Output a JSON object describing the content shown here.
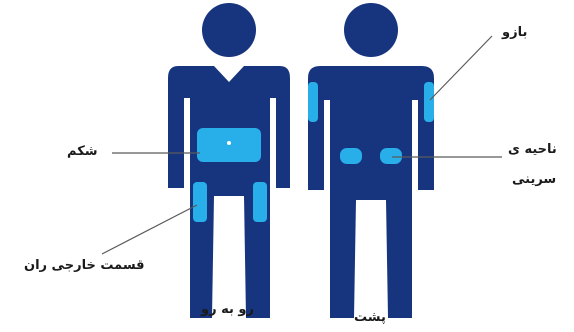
{
  "colors": {
    "figure": "#17357f",
    "injection_site": "#28aee8",
    "leader_line": "#5a5a5a",
    "background": "#ffffff"
  },
  "figures": {
    "front": {
      "caption": "رو به رو"
    },
    "back": {
      "caption": "پشت"
    }
  },
  "labels": {
    "arm": "بازو",
    "abdomen": "شکم",
    "buttocks_line1": "ناحیه ی",
    "buttocks_line2": "سرینی",
    "outer_thigh": "قسمت خارجی ران"
  }
}
